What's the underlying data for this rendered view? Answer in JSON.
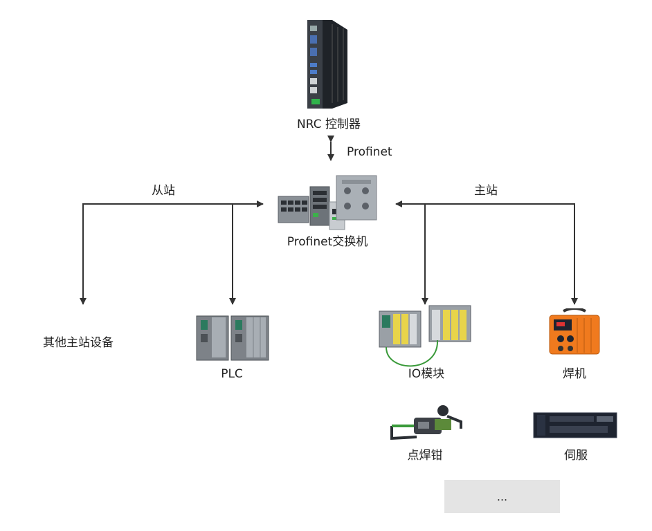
{
  "nodes": {
    "controller": "NRC 控制器",
    "protocol": "Profinet",
    "switch": "Profinet交换机",
    "slave": "从站",
    "master": "主站",
    "other_master": "其他主站设备",
    "plc": "PLC",
    "io_module": "IO模块",
    "welder": "焊机",
    "spot_gun": "点焊钳",
    "servo": "伺服",
    "more": "..."
  },
  "colors": {
    "line": "#333333",
    "device_gray": "#7d8288",
    "io_yellow": "#e8d44a",
    "io_green": "#3a9a3a",
    "welder_orange": "#f07a1e",
    "servo_dark": "#1e2430",
    "box_gray": "#e4e4e4"
  }
}
